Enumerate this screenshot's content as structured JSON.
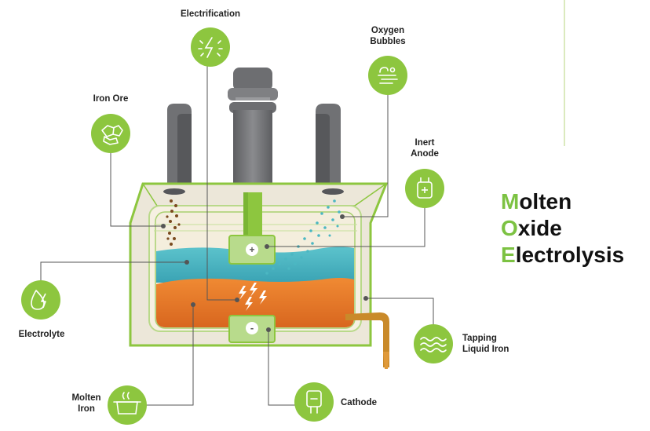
{
  "title": {
    "lines": [
      {
        "initial": "M",
        "rest": "olten"
      },
      {
        "initial": "O",
        "rest": "xide"
      },
      {
        "initial": "E",
        "rest": "lectrolysis"
      }
    ]
  },
  "labels": {
    "electrification": "Electrification",
    "oxygen_line1": "Oxygen",
    "oxygen_line2": "Bubbles",
    "iron_ore": "Iron Ore",
    "inert_line1": "Inert",
    "inert_line2": "Anode",
    "electrolyte": "Electrolyte",
    "tapping_line1": "Tapping",
    "tapping_line2": "Liquid Iron",
    "molten_line1": "Molten",
    "molten_line2": "Iron",
    "cathode": "Cathode"
  },
  "terminals": {
    "anode_symbol": "+",
    "cathode_symbol": "-"
  },
  "icons": [
    "electrification-icon",
    "oxygen-bubbles-icon",
    "iron-ore-icon",
    "inert-anode-icon",
    "electrolyte-icon",
    "tapping-liquid-iron-icon",
    "molten-iron-icon",
    "cathode-icon"
  ],
  "colors": {
    "accent_green": "#8dc63f",
    "electrolyte_teal": "#4bb7c2",
    "molten_iron_orange": "#ea7a2c",
    "tap_spout": "#c98a2a",
    "electrode_gray": "#6d6e71"
  }
}
